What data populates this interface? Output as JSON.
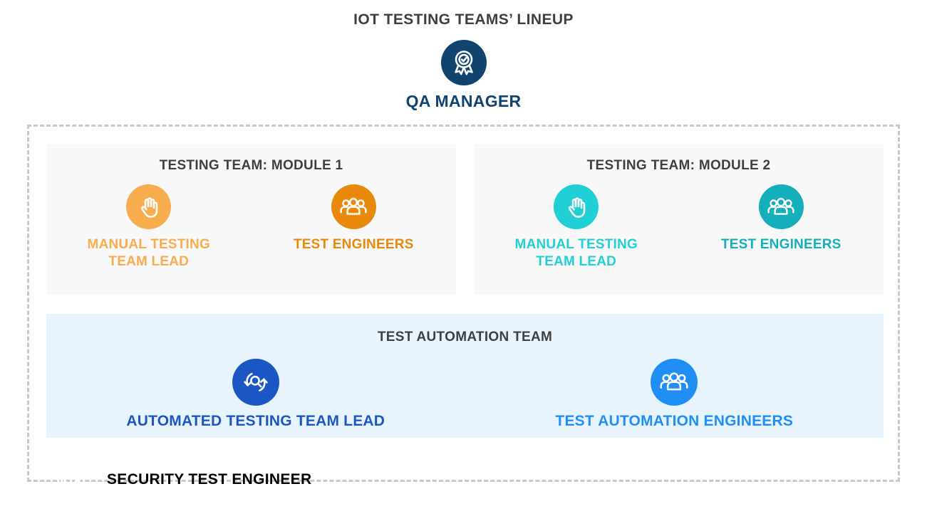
{
  "header": {
    "title": "IOT TESTING TEAMS’ LINEUP",
    "title_color": "#3f3f3f",
    "qa_manager": {
      "label": "QA MANAGER",
      "icon": "award-badge-icon",
      "circle_color": "#10446e",
      "label_color": "#10446e"
    }
  },
  "modules": [
    {
      "title": "TESTING TEAM: MODULE 1",
      "roles": [
        {
          "label": "MANUAL TESTING\nTEAM LEAD",
          "label_line1": "MANUAL TESTING",
          "label_line2": "TEAM LEAD",
          "icon": "raised-hand-icon",
          "circle_color": "#f7ad4e",
          "label_color": "#f7ad4e"
        },
        {
          "label": "TEST ENGINEERS",
          "label_line1": "TEST ENGINEERS",
          "label_line2": "",
          "icon": "people-group-icon",
          "circle_color": "#e8890c",
          "label_color": "#e8890c"
        }
      ]
    },
    {
      "title": "TESTING TEAM: MODULE 2",
      "roles": [
        {
          "label": "MANUAL TESTING\nTEAM LEAD",
          "label_line1": "MANUAL TESTING",
          "label_line2": "TEAM LEAD",
          "icon": "raised-hand-icon",
          "circle_color": "#21d0d6",
          "label_color": "#21d0d6"
        },
        {
          "label": "TEST ENGINEERS",
          "label_line1": "TEST ENGINEERS",
          "label_line2": "",
          "icon": "people-group-icon",
          "circle_color": "#14afba",
          "label_color": "#14afba"
        }
      ]
    }
  ],
  "automation": {
    "title": "TEST AUTOMATION TEAM",
    "background": "#e8f4fd",
    "roles": [
      {
        "label": "AUTOMATED TESTING TEAM LEAD",
        "icon": "automation-search-cycle-icon",
        "circle_color": "#1b57c4",
        "label_color": "#1b57c4"
      },
      {
        "label": "TEST AUTOMATION ENGINEERS",
        "icon": "people-group-icon",
        "circle_color": "#1f8ff5",
        "label_color": "#1f8ff5"
      }
    ]
  },
  "security": {
    "label": "SECURITY TEST ENGINEER",
    "icon": "shield-icon",
    "circle_color": "#a濃",
    "label_color": "#a濃"
  },
  "container": {
    "border_style": "dashed",
    "border_color": "#c9c9c9"
  }
}
